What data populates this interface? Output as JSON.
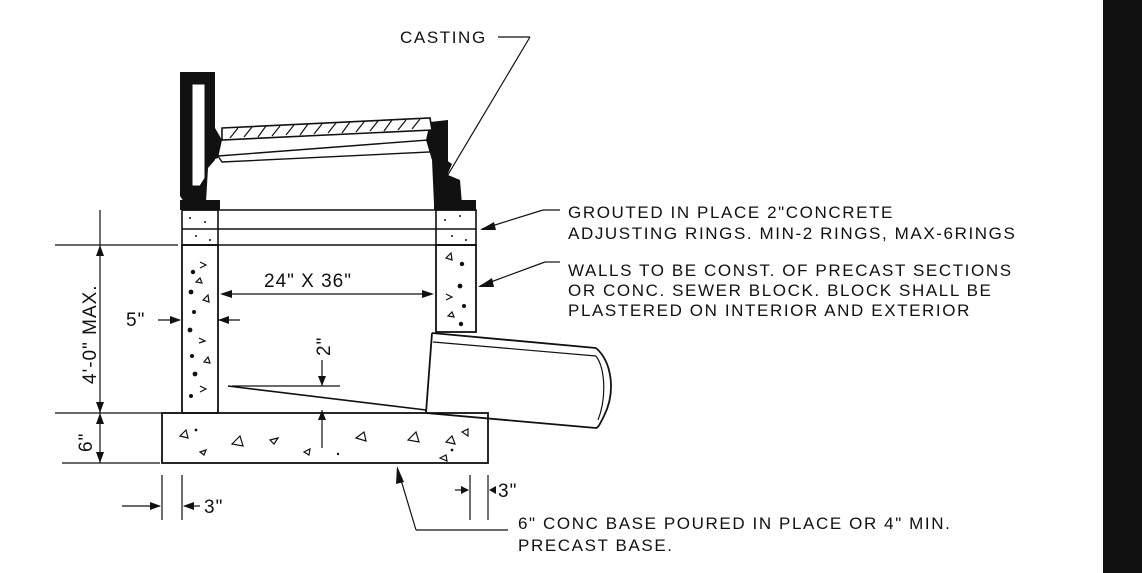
{
  "labels": {
    "casting": "CASTING",
    "rings_line1": "GROUTED IN PLACE 2\"CONCRETE",
    "rings_line2": "ADJUSTING RINGS. MIN-2 RINGS, MAX-6RINGS",
    "walls_line1": "WALLS TO BE CONST. OF PRECAST SECTIONS",
    "walls_line2": "OR CONC. SEWER BLOCK. BLOCK SHALL BE",
    "walls_line3": "PLASTERED ON INTERIOR AND EXTERIOR",
    "base_line1": "6\" CONC BASE POURED IN PLACE OR 4\" MIN.",
    "base_line2": "PRECAST BASE."
  },
  "dimensions": {
    "opening": "24\" X 36\"",
    "wall_height": "4'-0\" MAX.",
    "wall_thickness": "5\"",
    "slope_drop": "2\"",
    "base_thickness": "6\"",
    "base_left_ext": "3\"",
    "base_right_ext": "3\""
  }
}
